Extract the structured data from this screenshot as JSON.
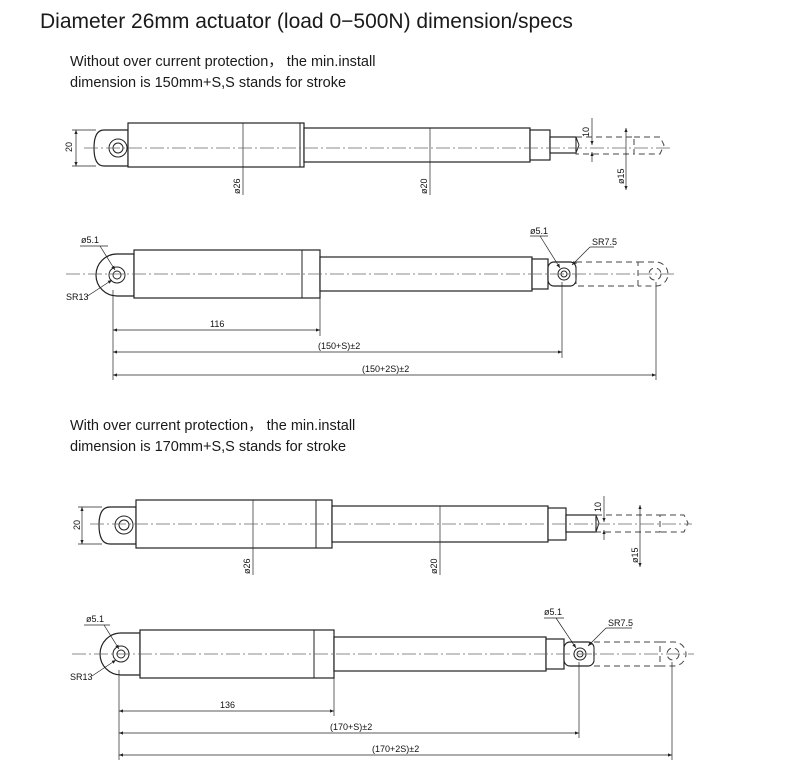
{
  "title": "Diameter 26mm actuator (load 0−500N) dimension/specs",
  "section1": {
    "note_line1": "Without over current protection， the min.install",
    "note_line2": "dimension is 150mm+S,S stands for stroke",
    "side_view": {
      "height_label": "20",
      "rod_tip_label": "10",
      "body_dia_label": "ø26",
      "rod_dia_label": "ø20",
      "tip_dia_label": "ø15"
    },
    "top_view": {
      "hole_left_label": "ø5.1",
      "radius_left_label": "SR13",
      "hole_right_label": "ø5.1",
      "radius_right_label": "SR7.5",
      "body_len_label": "116",
      "min_install_label": "(150+S)±2",
      "max_install_label": "(150+2S)±2"
    }
  },
  "section2": {
    "note_line1": "With over current protection， the min.install",
    "note_line2": "dimension is 170mm+S,S stands for stroke",
    "side_view": {
      "height_label": "20",
      "rod_tip_label": "10",
      "body_dia_label": "ø26",
      "rod_dia_label": "ø20",
      "tip_dia_label": "ø15"
    },
    "top_view": {
      "hole_left_label": "ø5.1",
      "radius_left_label": "SR13",
      "hole_right_label": "ø5.1",
      "radius_right_label": "SR7.5",
      "body_len_label": "136",
      "min_install_label": "(170+S)±2",
      "max_install_label": "(170+2S)±2"
    }
  }
}
